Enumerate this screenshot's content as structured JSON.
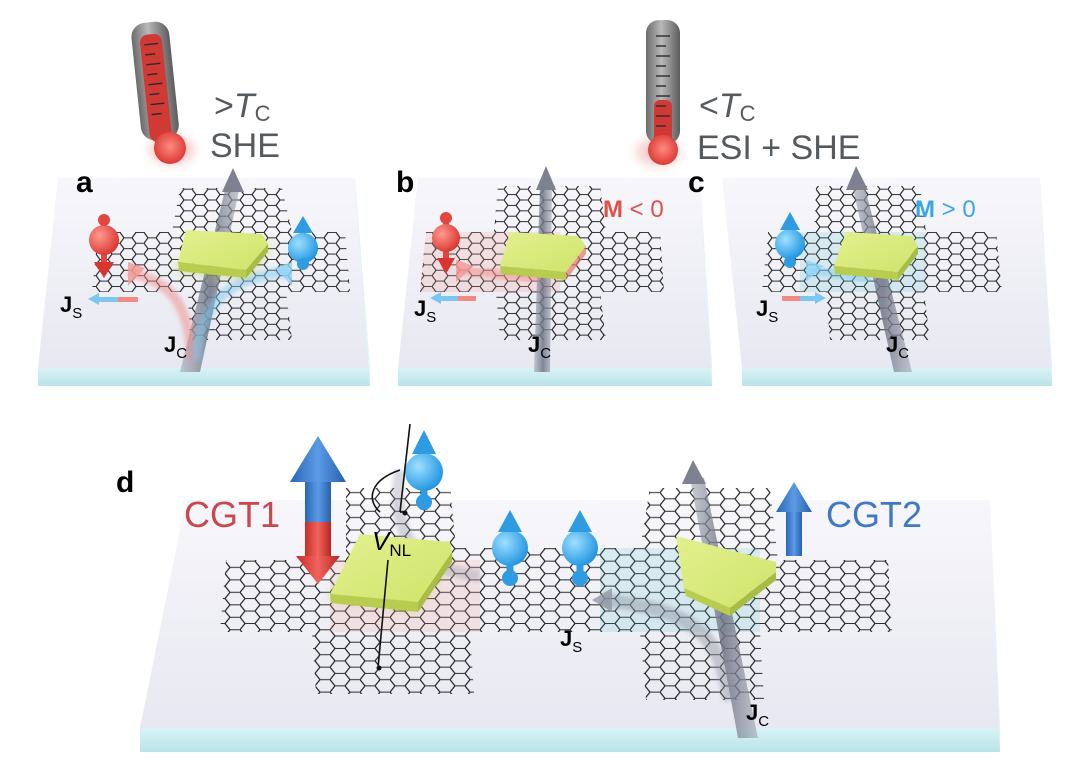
{
  "panels": {
    "a": {
      "letter": "a",
      "temp_prefix": ">",
      "temp_symbol": "T",
      "temp_sub": "C",
      "effect": "SHE",
      "spin_label": "J",
      "spin_sub": "S",
      "charge_label": "J",
      "charge_sub": "C"
    },
    "b": {
      "letter": "b",
      "mag_symbol": "M",
      "mag_relation": "< 0",
      "spin_label": "J",
      "spin_sub": "S",
      "charge_label": "J",
      "charge_sub": "C"
    },
    "c": {
      "letter": "c",
      "temp_prefix": "<",
      "temp_symbol": "T",
      "temp_sub": "C",
      "effect": "ESI + SHE",
      "mag_symbol": "M",
      "mag_relation": "> 0",
      "spin_label": "J",
      "spin_sub": "S",
      "charge_label": "J",
      "charge_sub": "C"
    },
    "d": {
      "letter": "d",
      "left_contact": "CGT1",
      "right_contact": "CGT2",
      "voltage_symbol": "V",
      "voltage_sub": "NL",
      "spin_label": "J",
      "spin_sub": "S",
      "charge_label": "J",
      "charge_sub": "C"
    }
  },
  "colors": {
    "red": "#e0504a",
    "blue": "#3aa6e6",
    "cgt1_text": "#c9474e",
    "cgt2_text": "#3f79c4",
    "flake": "#d7ec7a",
    "platform": "#f1f2f8",
    "platform_edge": "#cdeef2",
    "channel": "#8b8f9e",
    "thermometer_hot": "#e54a44"
  }
}
